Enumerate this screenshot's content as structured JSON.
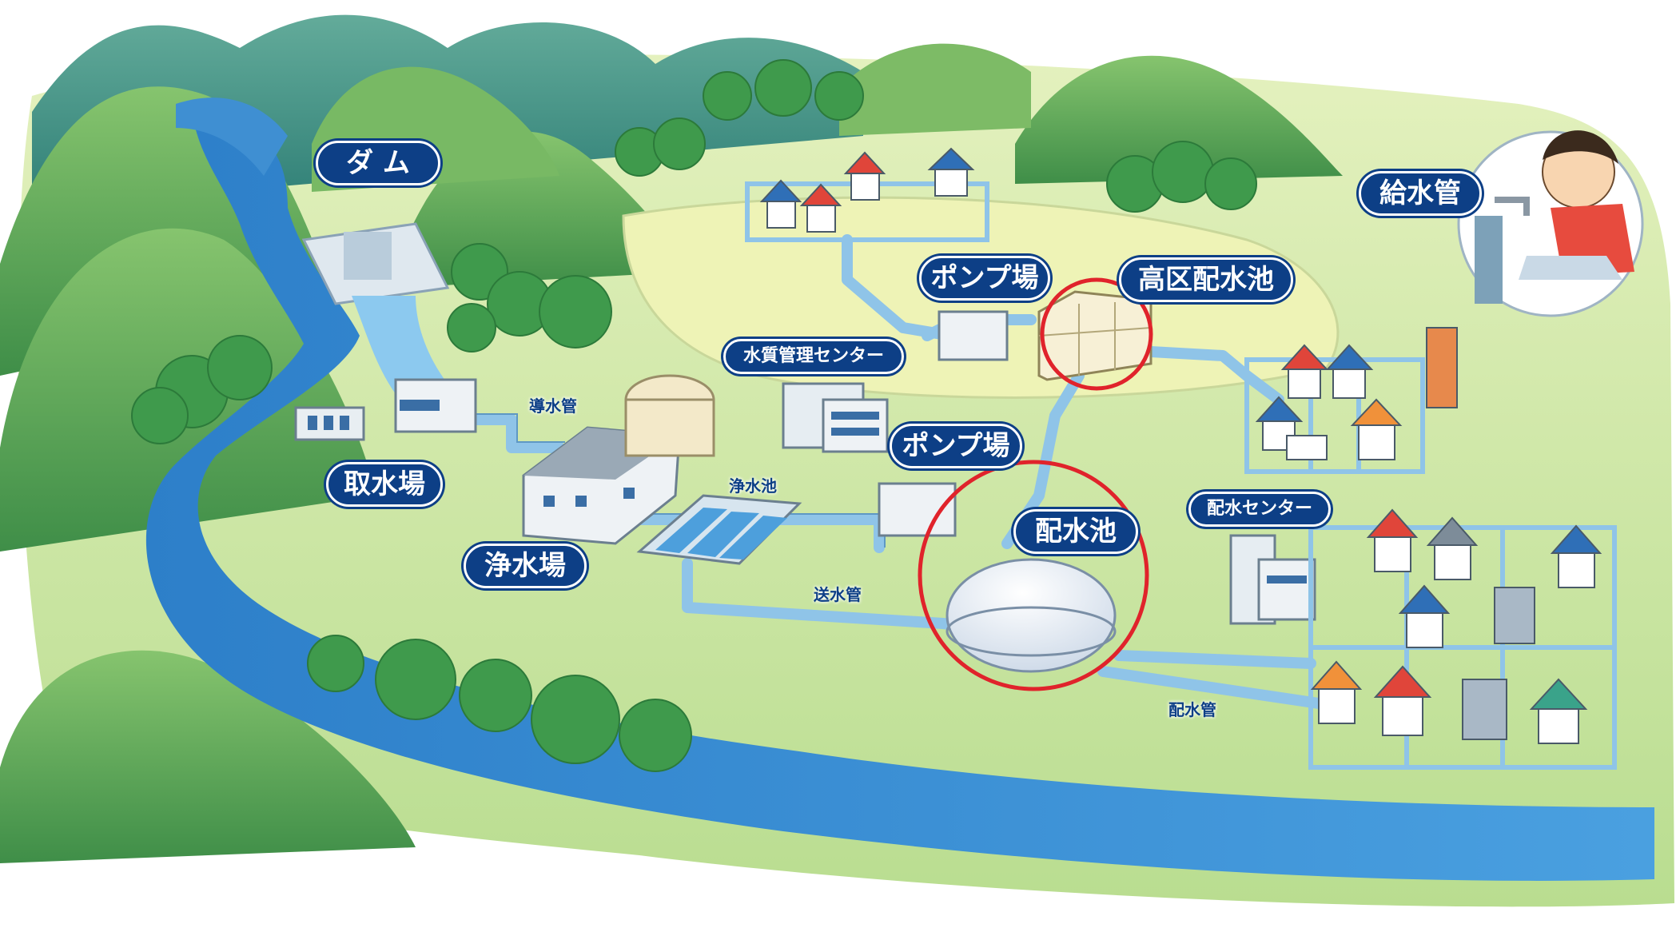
{
  "labels": {
    "dam": "ダ ム",
    "intake": "取水場",
    "purification_plant": "浄水場",
    "pump_station_1": "ポンプ場",
    "pump_station_2": "ポンプ場",
    "high_reservoir": "高区配水池",
    "distribution_reservoir": "配水池",
    "supply_pipe": "給水管",
    "water_quality_center": "水質管理センター",
    "distribution_center": "配水センター",
    "conveyance_pipe": "導水管",
    "clear_water_tank": "浄水池",
    "transmission_pipe": "送水管",
    "distribution_pipe": "配水管"
  },
  "highlights": [
    "high_reservoir",
    "distribution_reservoir"
  ],
  "colors": {
    "label_bg": "#0d3f86",
    "highlight_circle": "#e0232b",
    "water": "#3f8fd2",
    "ground": "#cde6a0",
    "mountain": "#5ea85a",
    "pipe": "#8fc4e8"
  }
}
